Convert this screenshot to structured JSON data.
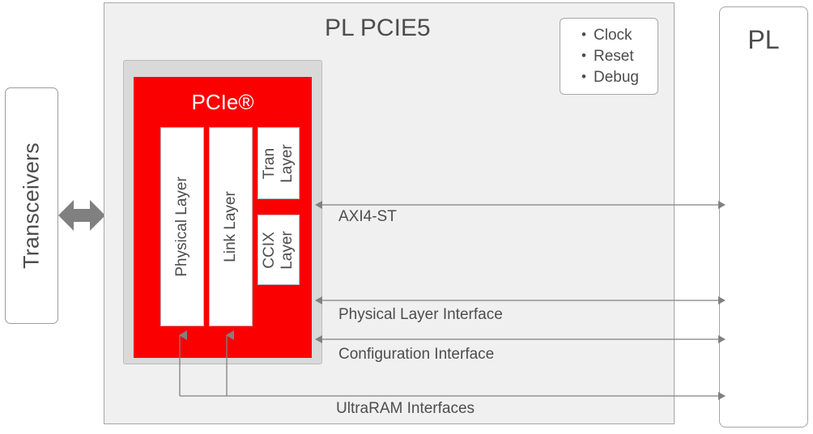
{
  "diagram": {
    "title": "PL PCIE5",
    "left_block": {
      "label": "Transceivers"
    },
    "right_block": {
      "label": "PL"
    },
    "signals_box": {
      "items": [
        {
          "label": "Clock"
        },
        {
          "label": "Reset"
        },
        {
          "label": "Debug"
        }
      ]
    },
    "pcie_block": {
      "title": "PCIe®",
      "layers": [
        {
          "name": "physical-layer",
          "label": "Physical Layer"
        },
        {
          "name": "link-layer",
          "label": "Link Layer"
        },
        {
          "name": "tran-layer",
          "label": "Tran\nLayer"
        },
        {
          "name": "ccix-layer",
          "label": "CCIX\nLayer"
        }
      ]
    },
    "interfaces": [
      {
        "name": "axi4-st",
        "label": "AXI4-ST"
      },
      {
        "name": "physical-layer-interface",
        "label": "Physical Layer Interface"
      },
      {
        "name": "configuration-interface",
        "label": "Configuration Interface"
      },
      {
        "name": "ultraram-interfaces",
        "label": "UltraRAM Interfaces"
      }
    ],
    "colors": {
      "pcie_red": "#fb0000",
      "container_fill": "#f0f0f0",
      "frame_fill": "#d9d9d9",
      "arrow_gray": "#808080",
      "text_gray": "#4d4d4d",
      "border_gray": "#a6a6a6"
    }
  }
}
